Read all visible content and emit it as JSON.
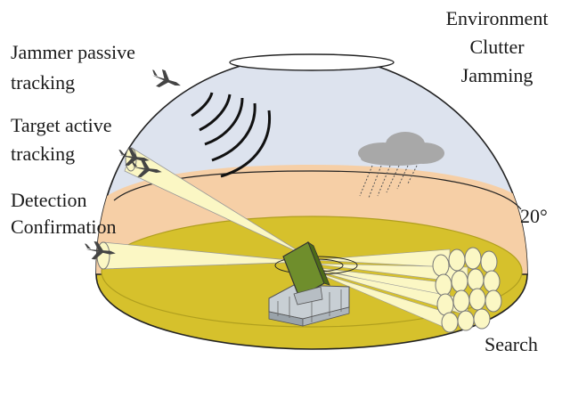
{
  "labels": {
    "jammer_line1": "Jammer passive",
    "jammer_line2": "tracking",
    "target_line1": "Target active",
    "target_line2": "tracking",
    "detection_line1": "Detection",
    "detection_line2": "Confirmation",
    "env_line1": "Environment",
    "env_line2": "Clutter",
    "env_line3": "Jamming",
    "angle": "20°",
    "search": "Search"
  },
  "icons": {
    "aircraft": "jet-aircraft-icon",
    "radar": "radar-antenna-icon",
    "cloud": "rain-cloud-icon",
    "waves": "jamming-wave-icon"
  },
  "colors": {
    "dome_upper": "#dde3ee",
    "elevation_band": "#f6cfa6",
    "ground": "#d6c12c",
    "ground_edge": "#b09f1e",
    "beam": "#fbf7c4",
    "cloud": "#a8a8a8",
    "antenna": "#6f8e2c",
    "outline": "#222222"
  }
}
